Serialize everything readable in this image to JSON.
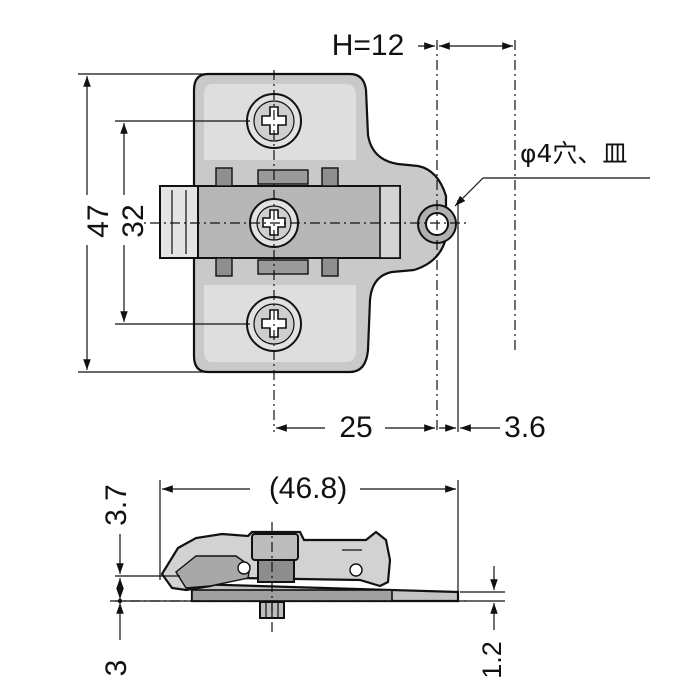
{
  "colors": {
    "line": "#111111",
    "plate_fill": "#c9c9c9",
    "plate_shade": "#a9a9a9",
    "plate_light": "#e4e4e4",
    "background": "#ffffff"
  },
  "top_view": {
    "label_H": "H=12",
    "label_47": "47",
    "label_32": "32",
    "label_25": "25",
    "label_3_6": "3.6",
    "hole_note": "φ4穴、皿"
  },
  "side_view": {
    "label_46_8": "(46.8)",
    "label_3_7": "3.7",
    "label_3": "3",
    "label_1_2": "1.2"
  }
}
